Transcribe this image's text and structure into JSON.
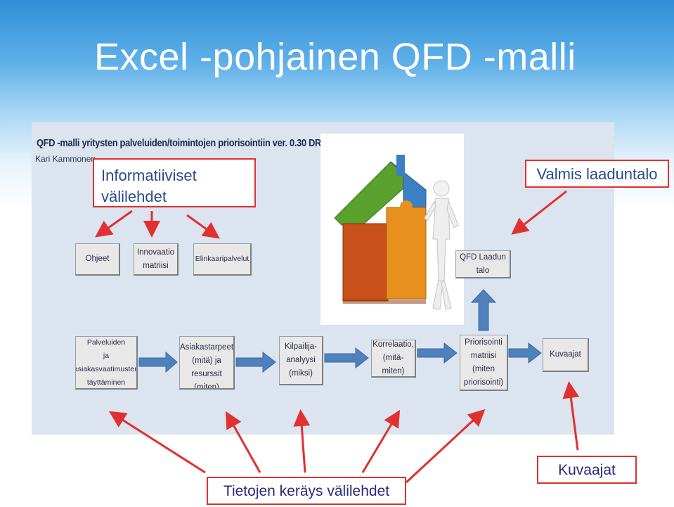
{
  "slide": {
    "title": "Excel -pohjainen QFD -malli",
    "subtitle": "QFD -malli yritysten palveluiden/toimintojen priorisointiin ver. 0.30 DR",
    "author": "Kari Kammonen"
  },
  "callouts": {
    "informative_tabs": "Informatiiviset\nvälilehdet",
    "ready_house": "Valmis laaduntalo",
    "data_tabs": "Tietojen keräys välilehdet",
    "graphs": "Kuvaajat"
  },
  "top_tabs": [
    {
      "label": "Ohjeet"
    },
    {
      "label": "Innovaatio\nmatriisi"
    },
    {
      "label": "Elinkaaripalvelut"
    },
    {
      "label": "QFD Laadun talo"
    }
  ],
  "bottom_tabs": [
    {
      "label": "Palveluiden\nja\nasiakasvaatimusten\ntäyttäminen"
    },
    {
      "label": "Asiakastarpeet\n(mitä) ja\nresurssit\n(miten)"
    },
    {
      "label": "Kilpailija-\nanalyysi\n(miksi)"
    },
    {
      "label": "Korrelaatio,\n(mitä-miten)"
    },
    {
      "label": "Priorisointi\nmatriisi\n(miten\npriorisointi)"
    },
    {
      "label": "Kuvaajat"
    }
  ],
  "colors": {
    "title_bar": "#2f8fd8",
    "panel": "#dbe4ef",
    "red_arrow": "#e03030",
    "blue_arrow": "#4f81bd",
    "puzzle_green": "#5aa02c",
    "puzzle_blue": "#3b7fc4",
    "puzzle_orange": "#e8901e",
    "puzzle_red": "#c8501a"
  }
}
